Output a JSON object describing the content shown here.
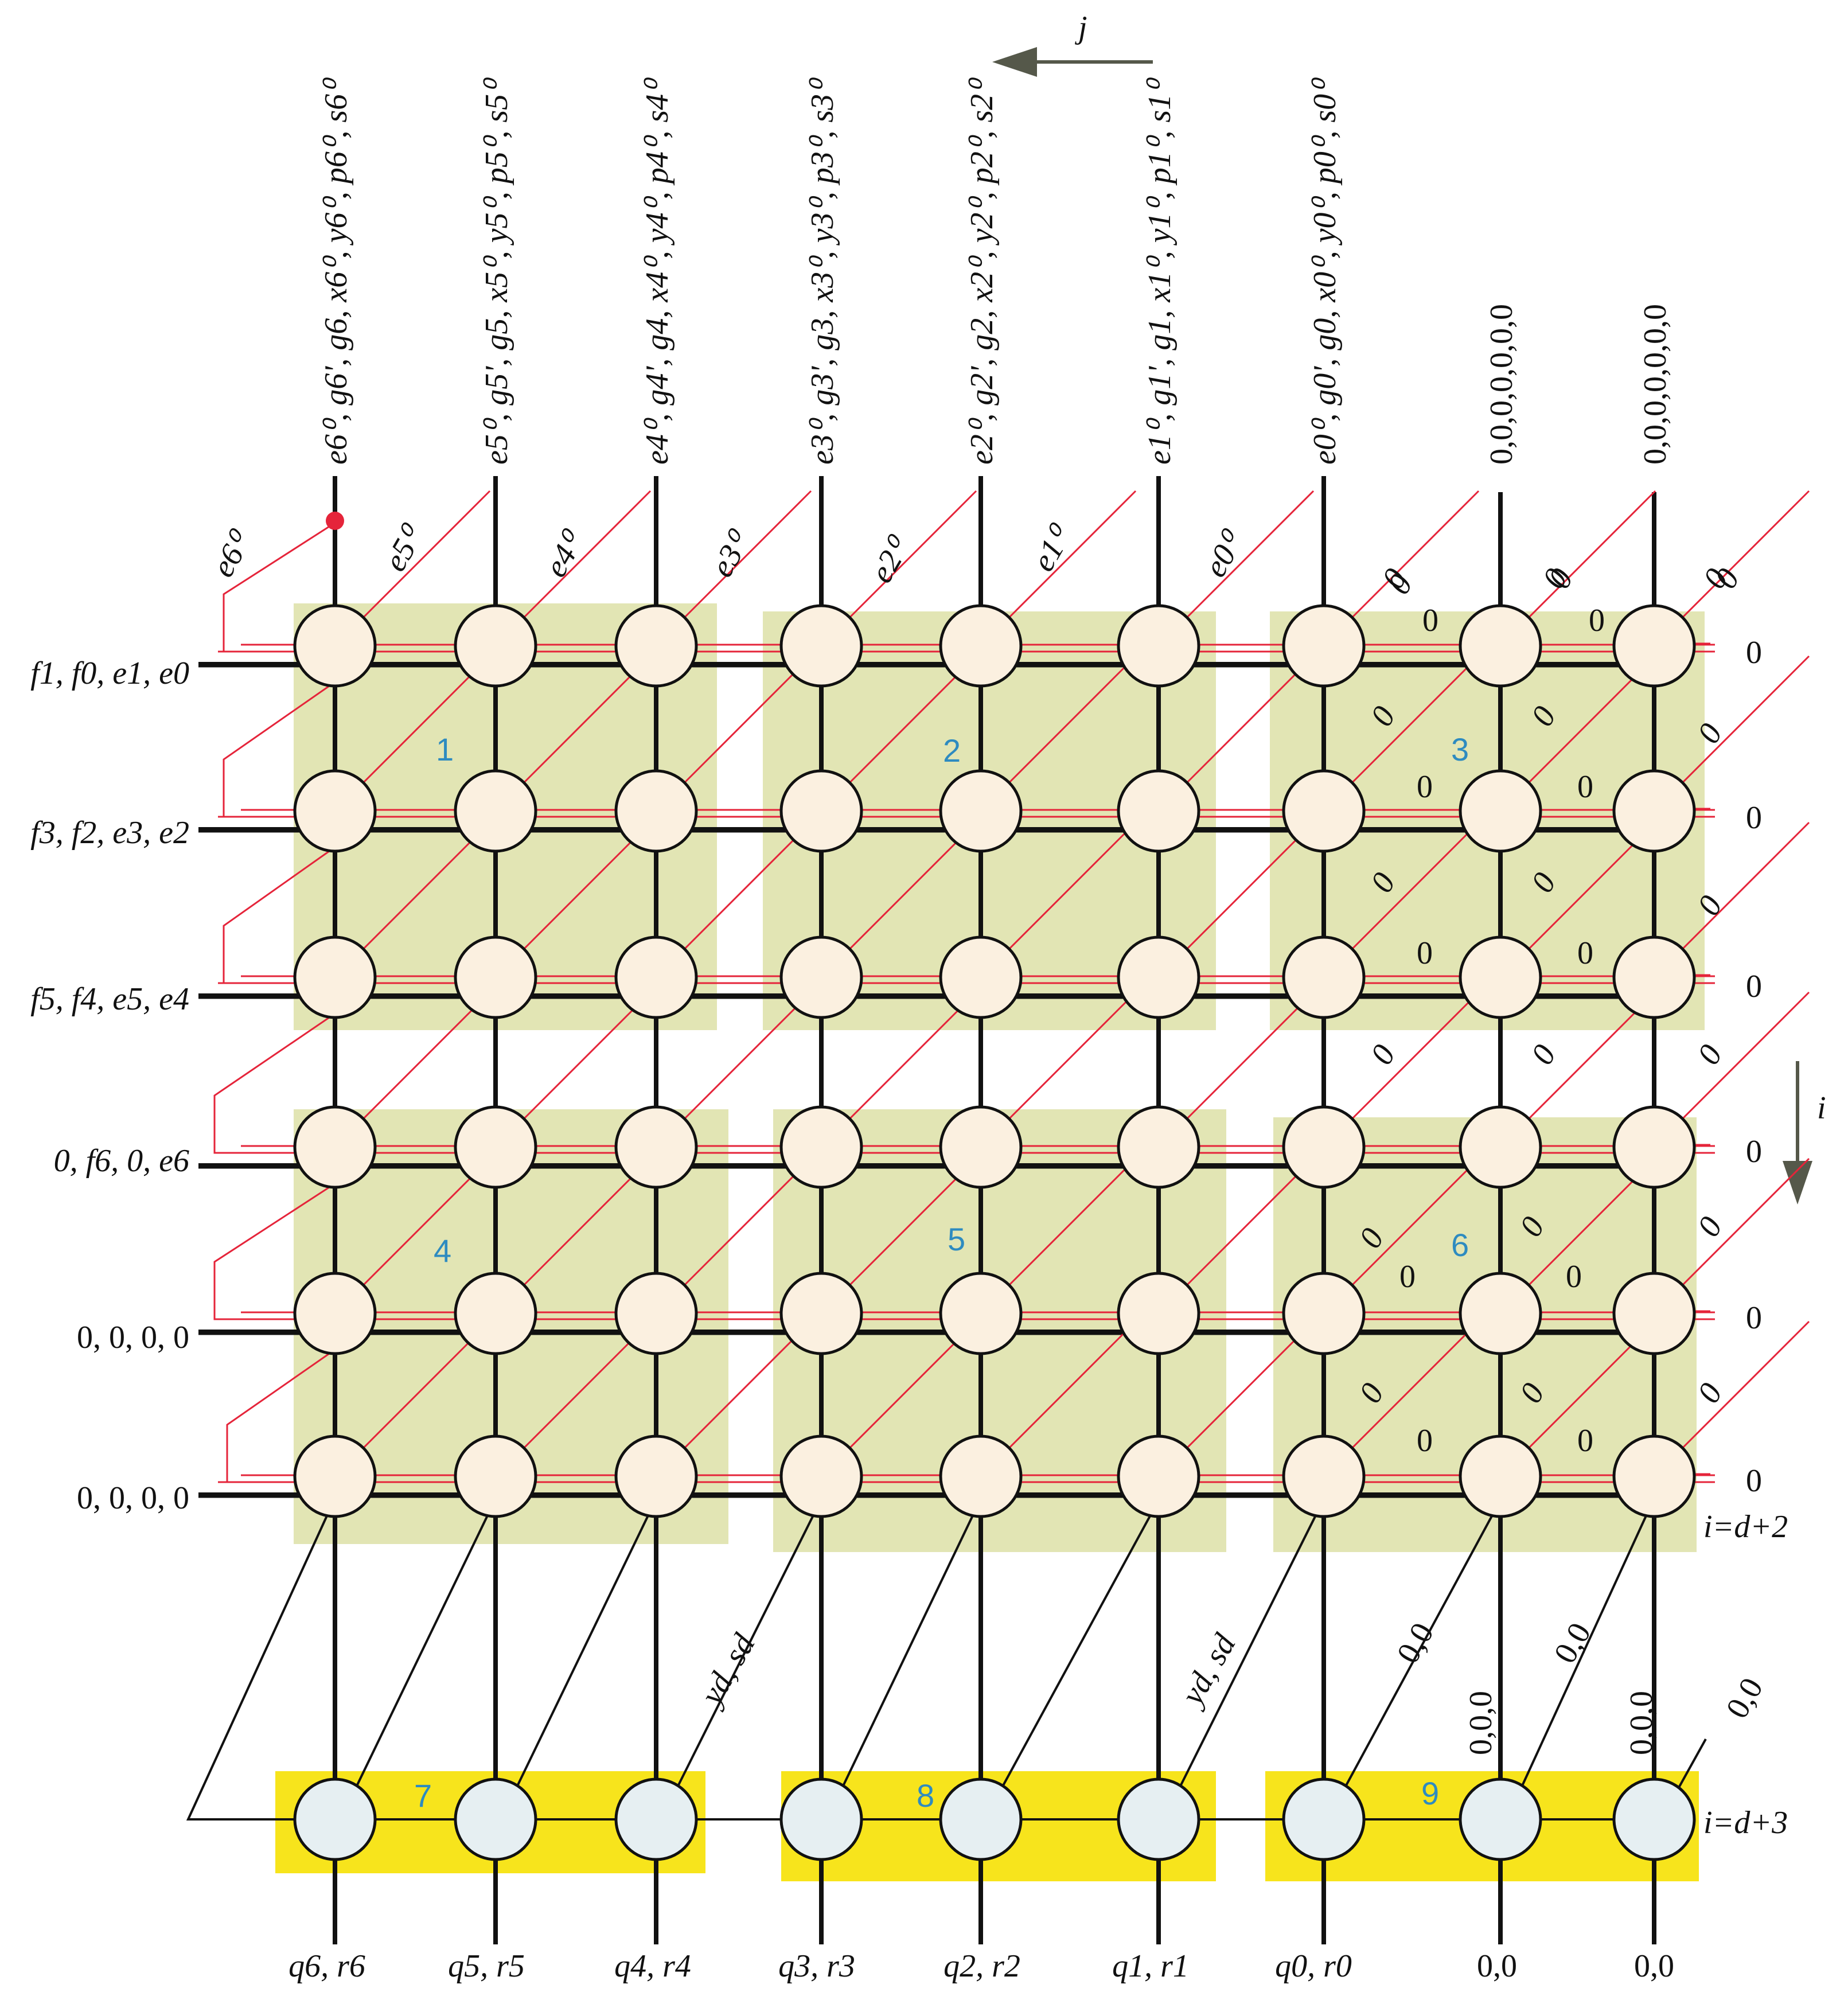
{
  "colors": {
    "block_fill": "#e2e5b4",
    "output_block_fill": "#f7e41c",
    "pe_fill": "#fbf0e0",
    "output_pe_fill": "#e6eff2",
    "red_line": "#e5243a",
    "black_line": "#111111",
    "arrow": "#55584a",
    "block_label": "#2e8bc0"
  },
  "direction_labels": {
    "j": "j",
    "i": "i"
  },
  "top_inputs": [
    "e6⁰, g6', g6, x6⁰, y6⁰, p6⁰, s6⁰",
    "e5⁰, g5', g5, x5⁰, y5⁰, p5⁰, s5⁰",
    "e4⁰, g4', g4, x4⁰, y4⁰, p4⁰, s4⁰",
    "e3⁰, g3', g3, x3⁰, y3⁰, p3⁰, s3⁰",
    "e2⁰, g2', g2, x2⁰, y2⁰, p2⁰, s2⁰",
    "e1⁰, g1', g1, x1⁰, y1⁰, p1⁰, s1⁰",
    "e0⁰, g0', g0, x0⁰, y0⁰, p0⁰, s0⁰",
    "0,0,0,0,0,0,0",
    "0,0,0,0,0,0,0"
  ],
  "e_labels": [
    "e6⁰",
    "e5⁰",
    "e4⁰",
    "e3⁰",
    "e2⁰",
    "e1⁰",
    "e0⁰",
    "0",
    "0",
    "0"
  ],
  "left_inputs": [
    "f1, f0, e1, e0",
    "f3, f2, e3, e2",
    "f5, f4, e5, e4",
    "0, f6, 0, e6",
    "0, 0, 0, 0",
    "0, 0, 0, 0"
  ],
  "right_outputs": [
    "0",
    "0",
    "0",
    "0",
    "0",
    "0"
  ],
  "inner_zero_labels": "0",
  "block_labels": [
    "1",
    "2",
    "3",
    "4",
    "5",
    "6",
    "7",
    "8",
    "9"
  ],
  "row_labels": {
    "last_pe_row": "i=d+2",
    "output_row": "i=d+3"
  },
  "mid_labels": [
    "yd, sd",
    "yd, sd",
    "0,0",
    "0,0,0",
    "0,0",
    "0,0,0",
    "0,0"
  ],
  "bottom_outputs": [
    "q6, r6",
    "q5, r5",
    "q4, r4",
    "q3, r3",
    "q2, r2",
    "q1, r1",
    "q0, r0",
    "0,0",
    "0,0"
  ]
}
